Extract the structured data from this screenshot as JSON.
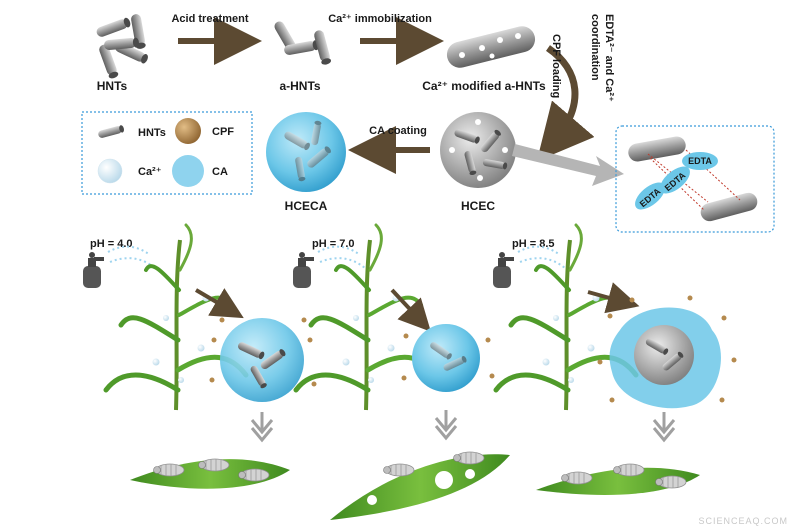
{
  "steps": {
    "acid_treatment": "Acid treatment",
    "ca_immobilization": "Ca²⁺ immobilization",
    "cpf_loading": "CPF loading",
    "edta_coordination_line1": "EDTA²⁻ and Ca²⁺",
    "edta_coordination_line2": "coordination",
    "ca_coating": "CA coating"
  },
  "materials": {
    "hnts": "HNTs",
    "a_hnts": "a-HNTs",
    "ca_modified": "Ca²⁺ modified a-HNTs",
    "hcec": "HCEC",
    "hceca": "HCECA"
  },
  "legend": [
    {
      "label": "HNTs",
      "icon": "tube-icon"
    },
    {
      "label": "CPF",
      "icon": "cpf-sphere-icon"
    },
    {
      "label": "Ca²⁺",
      "icon": "ca-sphere-icon"
    },
    {
      "label": "CA",
      "icon": "ca-coating-icon"
    }
  ],
  "edta_labels": [
    "EDTA",
    "EDTA",
    "EDTA"
  ],
  "ph_conditions": [
    "pH = 4.0",
    "pH = 7.0",
    "pH = 8.5"
  ],
  "watermark": "SCIENCEAQ.COM",
  "colors": {
    "arrow": "#5c4a32",
    "grey_arrow": "#b5b5b5",
    "tube": "#9a9a9a",
    "cpf": "#b58a4e",
    "ca_coating": "#6cc7e8",
    "leaf": "#4f9a2a",
    "border_dotted": "#3a9ad9"
  }
}
